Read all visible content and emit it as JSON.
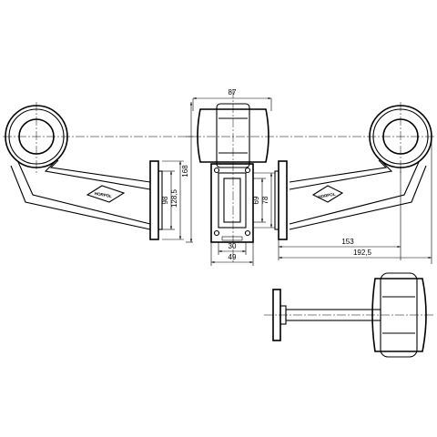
{
  "dimensions": {
    "top_width": "87",
    "height_98": "98",
    "height_128_5": "128,5",
    "height_168": "168",
    "height_69": "69",
    "height_78": "78",
    "width_30": "30",
    "width_49": "49",
    "reach_153": "153",
    "reach_192_5": "192,5"
  },
  "brand": {
    "logo_text": "HORPOL"
  }
}
